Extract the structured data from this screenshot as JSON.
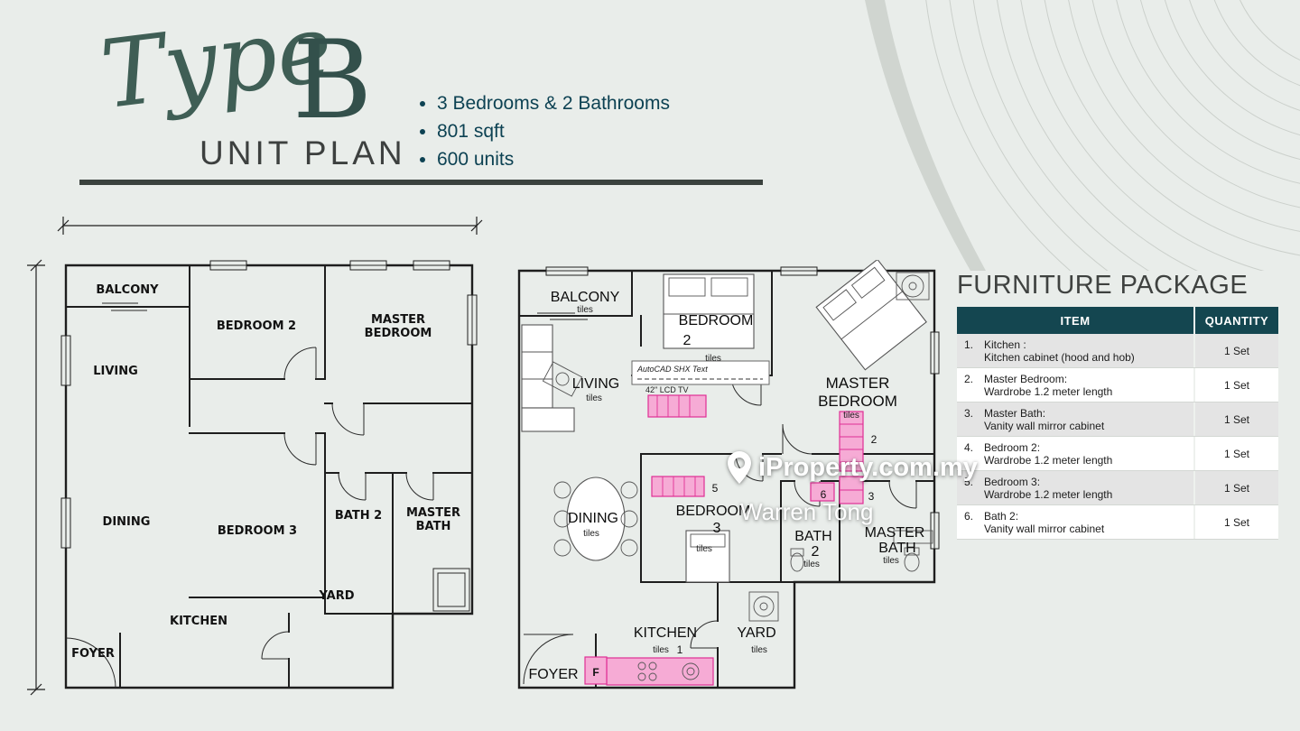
{
  "header": {
    "script_word": "Type",
    "big_letter": "B",
    "subtitle": "UNIT PLAN",
    "bullets": [
      "3 Bedrooms & 2 Bathrooms",
      "801 sqft",
      "600 units"
    ]
  },
  "schematic": {
    "balcony": "BALCONY",
    "bedroom2": "BEDROOM 2",
    "master_l1": "MASTER",
    "master_l2": "BEDROOM",
    "living": "LIVING",
    "dining": "DINING",
    "bedroom3": "BEDROOM 3",
    "bath2": "BATH 2",
    "masterbath_l1": "MASTER",
    "masterbath_l2": "BATH",
    "yard": "YARD",
    "kitchen": "KITCHEN",
    "foyer": "FOYER"
  },
  "detailed": {
    "balcony": "BALCONY",
    "bedroom2_l1": "BEDROOM",
    "bedroom2_l2": "2",
    "master_l1": "MASTER",
    "master_l2": "BEDROOM",
    "living": "LIVING",
    "dining": "DINING",
    "bedroom3_l1": "BEDROOM",
    "bedroom3_l2": "3",
    "bath2_l1": "BATH",
    "bath2_l2": "2",
    "masterbath_l1": "MASTER",
    "masterbath_l2": "BATH",
    "kitchen": "KITCHEN",
    "yard": "YARD",
    "foyer": "FOYER",
    "tiles": "tiles",
    "autocad_note": "AutoCAD SHX Text",
    "tv_note": "42\" LCD TV",
    "marker1": "1",
    "marker2": "2",
    "marker3": "3",
    "marker5": "5",
    "marker6": "6",
    "marker_f": "F"
  },
  "watermark": {
    "brand": "iProperty.com.my",
    "agent": "Warren Tong"
  },
  "furniture": {
    "title": "FURNITURE PACKAGE",
    "columns": {
      "item": "ITEM",
      "qty": "QUANTITY"
    },
    "rows": [
      {
        "num": "1.",
        "name": "Kitchen :",
        "desc": "Kitchen cabinet (hood and hob)",
        "qty": "1 Set"
      },
      {
        "num": "2.",
        "name": "Master Bedroom:",
        "desc": "Wardrobe 1.2 meter length",
        "qty": "1 Set"
      },
      {
        "num": "3.",
        "name": "Master Bath:",
        "desc": "Vanity wall mirror cabinet",
        "qty": "1 Set"
      },
      {
        "num": "4.",
        "name": "Bedroom 2:",
        "desc": "Wardrobe 1.2 meter length",
        "qty": "1 Set"
      },
      {
        "num": "5.",
        "name": "Bedroom 3:",
        "desc": "Wardrobe 1.2 meter length",
        "qty": "1 Set"
      },
      {
        "num": "6.",
        "name": "Bath 2:",
        "desc": "Vanity wall mirror cabinet",
        "qty": "1 Set"
      }
    ]
  }
}
